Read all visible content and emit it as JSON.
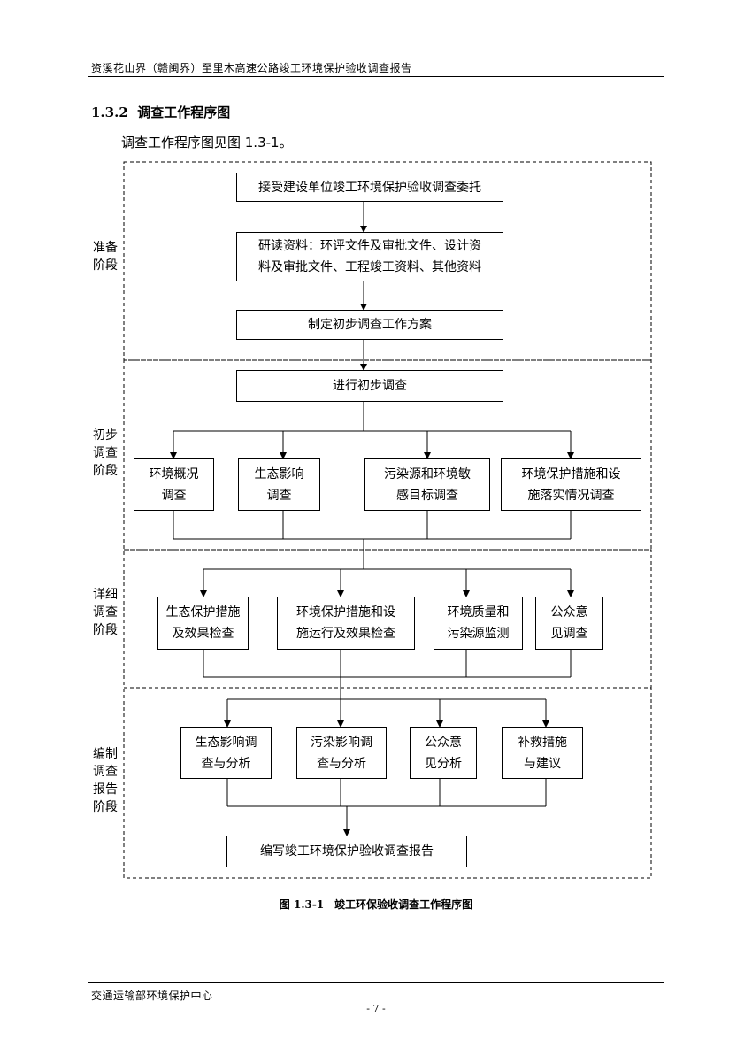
{
  "header": {
    "title": "资溪花山界（赣闽界）至里木高速公路竣工环境保护验收调查报告"
  },
  "section": {
    "number": "1.3.2",
    "title": "调查工作程序图"
  },
  "intro_text": "调查工作程序图见图 1.3-1。",
  "stages": [
    {
      "label": "准备阶段"
    },
    {
      "label": "初步调查阶段"
    },
    {
      "label": "详细调查阶段"
    },
    {
      "label": "编制调查报告阶段"
    }
  ],
  "stage_label_lines": [
    [
      "准备",
      "阶段"
    ],
    [
      "初步",
      "调查",
      "阶段"
    ],
    [
      "详细",
      "调查",
      "阶段"
    ],
    [
      "编制",
      "调查",
      "报告",
      "阶段"
    ]
  ],
  "boxes": {
    "commission": "接受建设单位竣工环境保护验收调查委托",
    "study": [
      "研读资料：环评文件及审批文件、设计资",
      "料及审批文件、工程竣工资料、其他资料"
    ],
    "plan": "制定初步调查工作方案",
    "prelim": "进行初步调查",
    "env_overview": [
      "环境概况",
      "调查"
    ],
    "eco_impact": [
      "生态影响",
      "调查"
    ],
    "pollution_sources": [
      "污染源和环境敏",
      "感目标调查"
    ],
    "env_measures": [
      "环境保护措施和设",
      "施落实情况调查"
    ],
    "eco_measures": [
      "生态保护措施",
      "及效果检查"
    ],
    "env_facilities": [
      "环境保护措施和设",
      "施运行及效果检查"
    ],
    "quality_monitor": [
      "环境质量和",
      "污染源监测"
    ],
    "public_opinion": [
      "公众意",
      "见调查"
    ],
    "eco_analysis": [
      "生态影响调",
      "查与分析"
    ],
    "pollution_analysis": [
      "污染影响调",
      "查与分析"
    ],
    "public_analysis": [
      "公众意",
      "见分析"
    ],
    "remedial": [
      "补救措施",
      "与建议"
    ],
    "report": "编写竣工环境保护验收调查报告"
  },
  "caption": "图 1.3-1　竣工环保验收调查工作程序图",
  "footer": {
    "org": "交通运输部环境保护中心",
    "page": "- 7 -"
  }
}
